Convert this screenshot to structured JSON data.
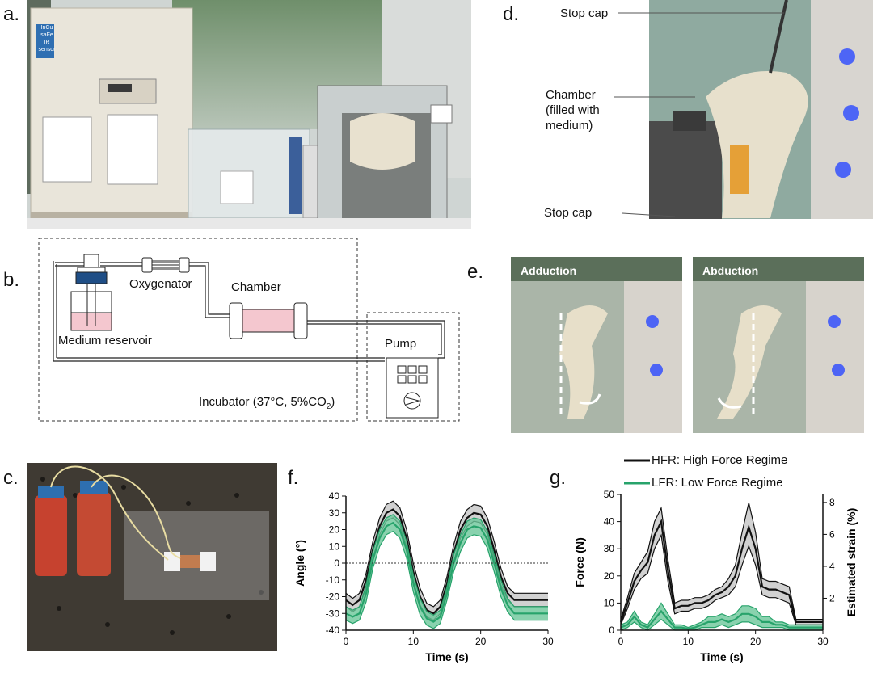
{
  "panels": {
    "a": "a.",
    "b": "b.",
    "c": "c.",
    "d": "d.",
    "e": "e.",
    "f": "f.",
    "g": "g."
  },
  "panel_a": {
    "incubator_brand_lines": [
      "InCu",
      "saFe",
      "IR",
      "sensor"
    ]
  },
  "panel_b": {
    "oxygenator": "Oxygenator",
    "chamber": "Chamber",
    "reservoir": "Medium reservoir",
    "pump": "Pump",
    "incubator": "Incubator (37°C, 5%CO",
    "incubator_sub": "2",
    "incubator_close": ")",
    "colors": {
      "medium": "#f4c7cf",
      "cap": "#1f4e86"
    }
  },
  "panel_d": {
    "stop_cap_top": "Stop cap",
    "chamber_line1": "Chamber",
    "chamber_line2": "(filled with",
    "chamber_line3": "medium)",
    "stop_cap_bottom": "Stop cap"
  },
  "panel_e": {
    "left": "Adduction",
    "right": "Abduction"
  },
  "legend": {
    "hfr": "HFR: High Force Regime",
    "lfr": "LFR: Low Force Regime",
    "hfr_color": "#111111",
    "lfr_color": "#27a36b"
  },
  "chart_data": [
    {
      "type": "line",
      "panel": "f",
      "xlabel": "Time (s)",
      "ylabel": "Angle  (°)",
      "xlim": [
        0,
        30
      ],
      "ylim": [
        -40,
        40
      ],
      "xticks": [
        0,
        10,
        20,
        30
      ],
      "yticks": [
        -40,
        -30,
        -20,
        -10,
        0,
        10,
        20,
        30,
        40
      ],
      "reference_line_y": 0,
      "x": [
        0,
        1,
        2,
        3,
        4,
        5,
        6,
        7,
        8,
        9,
        10,
        11,
        12,
        13,
        14,
        15,
        16,
        17,
        18,
        19,
        20,
        21,
        22,
        23,
        24,
        25,
        26,
        27,
        28,
        29,
        30
      ],
      "series": [
        {
          "name": "HFR",
          "mean": [
            -22,
            -25,
            -22,
            -10,
            8,
            22,
            30,
            32,
            28,
            15,
            -5,
            -20,
            -28,
            -30,
            -26,
            -12,
            6,
            20,
            27,
            30,
            29,
            22,
            8,
            -8,
            -18,
            -22,
            -22,
            -22,
            -22,
            -22,
            -22
          ],
          "lower": [
            -26,
            -29,
            -26,
            -15,
            3,
            17,
            25,
            27,
            23,
            10,
            -10,
            -25,
            -32,
            -34,
            -30,
            -16,
            1,
            15,
            22,
            25,
            24,
            17,
            3,
            -13,
            -22,
            -26,
            -26,
            -26,
            -26,
            -26,
            -26
          ],
          "upper": [
            -18,
            -21,
            -18,
            -6,
            13,
            27,
            35,
            37,
            33,
            20,
            0,
            -15,
            -24,
            -26,
            -22,
            -8,
            11,
            25,
            32,
            35,
            34,
            27,
            13,
            -3,
            -14,
            -18,
            -18,
            -18,
            -18,
            -18,
            -18
          ]
        },
        {
          "name": "LFR",
          "mean": [
            -30,
            -32,
            -30,
            -18,
            2,
            15,
            22,
            24,
            20,
            8,
            -12,
            -26,
            -33,
            -35,
            -32,
            -18,
            0,
            12,
            20,
            22,
            21,
            14,
            0,
            -15,
            -25,
            -30,
            -30,
            -30,
            -30,
            -30,
            -30
          ],
          "lower": [
            -34,
            -36,
            -34,
            -23,
            -3,
            10,
            17,
            19,
            15,
            3,
            -17,
            -31,
            -37,
            -39,
            -36,
            -22,
            -5,
            7,
            15,
            17,
            16,
            9,
            -5,
            -20,
            -29,
            -34,
            -34,
            -34,
            -34,
            -34,
            -34
          ],
          "upper": [
            -26,
            -28,
            -26,
            -13,
            7,
            20,
            27,
            29,
            25,
            13,
            -7,
            -21,
            -29,
            -31,
            -28,
            -14,
            5,
            17,
            25,
            27,
            26,
            19,
            5,
            -10,
            -21,
            -26,
            -26,
            -26,
            -26,
            -26,
            -26
          ]
        }
      ]
    },
    {
      "type": "line",
      "panel": "g",
      "xlabel": "Time (s)",
      "ylabel": "Force (N)",
      "y2label": "Estimated strain (%)",
      "xlim": [
        0,
        30
      ],
      "ylim": [
        0,
        50
      ],
      "y2ticks": [
        2,
        4,
        6,
        8
      ],
      "xticks": [
        0,
        10,
        20,
        30
      ],
      "yticks": [
        0,
        10,
        20,
        30,
        40,
        50
      ],
      "x": [
        0,
        1,
        2,
        3,
        4,
        5,
        6,
        7,
        8,
        9,
        10,
        11,
        12,
        13,
        14,
        15,
        16,
        17,
        18,
        19,
        20,
        21,
        22,
        23,
        24,
        25,
        26,
        27,
        28,
        29,
        30
      ],
      "series": [
        {
          "name": "HFR",
          "mean": [
            3,
            10,
            18,
            22,
            25,
            35,
            40,
            22,
            8,
            9,
            9,
            10,
            10,
            11,
            13,
            14,
            16,
            20,
            30,
            38,
            30,
            16,
            15,
            15,
            14,
            13,
            3,
            3,
            3,
            3,
            3
          ],
          "lower": [
            2,
            8,
            15,
            19,
            21,
            30,
            35,
            18,
            6,
            7,
            7,
            8,
            8,
            9,
            11,
            12,
            13,
            16,
            24,
            31,
            24,
            13,
            12,
            12,
            11,
            10,
            2,
            2,
            2,
            2,
            2
          ],
          "upper": [
            4,
            12,
            21,
            25,
            29,
            40,
            45,
            26,
            10,
            11,
            11,
            12,
            12,
            13,
            15,
            16,
            19,
            24,
            36,
            47,
            36,
            19,
            18,
            18,
            17,
            16,
            4,
            4,
            4,
            4,
            4
          ]
        },
        {
          "name": "LFR",
          "mean": [
            1,
            2,
            5,
            2,
            1,
            4,
            7,
            4,
            1,
            1,
            0.5,
            1,
            2,
            3,
            3,
            4,
            3,
            4,
            6,
            6,
            5,
            3,
            3,
            2,
            2,
            1,
            1,
            1,
            1,
            1,
            1
          ],
          "lower": [
            0,
            1,
            3,
            1,
            0,
            2,
            4,
            2,
            0,
            0,
            0,
            0,
            1,
            1,
            1,
            2,
            1,
            2,
            3,
            3,
            2,
            1,
            1,
            1,
            1,
            0,
            0,
            0,
            0,
            0,
            0
          ],
          "upper": [
            2,
            3,
            7,
            3,
            2,
            6,
            10,
            6,
            2,
            2,
            1,
            2,
            3,
            5,
            5,
            6,
            5,
            6,
            9,
            9,
            8,
            5,
            5,
            3,
            3,
            2,
            2,
            2,
            2,
            2,
            2
          ]
        }
      ]
    }
  ]
}
